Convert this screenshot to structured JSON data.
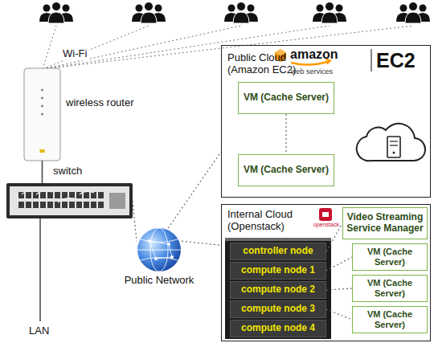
{
  "diagram": {
    "nodes": [
      {
        "text": [
          "wireless router"
        ]
      },
      {
        "text": [
          "switch"
        ]
      },
      {
        "text": [
          "Public Network"
        ]
      },
      {
        "text": [
          "Public Cloud (Amazon EC2)",
          "amazon",
          "web services",
          "EC2"
        ]
      },
      {
        "text": [
          "VM (Cache Server)"
        ],
        "in": 3
      },
      {
        "text": [
          "VM (Cache Server)"
        ],
        "in": 3
      },
      {
        "text": [
          "Internal Cloud (Openstack)",
          "openstack"
        ]
      },
      {
        "text": [
          "controller node"
        ],
        "in": 6
      },
      {
        "text": [
          "compute node 1"
        ],
        "in": 6
      },
      {
        "text": [
          "compute node 2"
        ],
        "in": 6
      },
      {
        "text": [
          "compute node 3"
        ],
        "in": 6
      },
      {
        "text": [
          "compute node 4"
        ],
        "in": 6
      },
      {
        "text": [
          "Video Streaming Service Manager"
        ],
        "in": 6
      },
      {
        "text": [
          "VM (Cache Server)"
        ],
        "in": 6
      },
      {
        "text": [
          "VM (Cache Server)"
        ],
        "in": 6
      },
      {
        "text": [
          "VM (Cache Server)"
        ],
        "in": 6
      }
    ],
    "edges": [
      {
        "from": 0,
        "to": 1,
        "arrow": "none"
      },
      {
        "from": 1,
        "to": 2,
        "arrow": "none"
      },
      {
        "from": 2,
        "to": 3,
        "arrow": "none"
      },
      {
        "from": 2,
        "to": 6,
        "arrow": "none"
      },
      {
        "from": 4,
        "to": 5,
        "arrow": "none"
      },
      {
        "from": 7,
        "to": 12,
        "arrow": "none"
      },
      {
        "from": 8,
        "to": 13,
        "arrow": "none"
      },
      {
        "from": 9,
        "to": 14,
        "arrow": "none"
      },
      {
        "from": 10,
        "to": 15,
        "arrow": "none"
      }
    ],
    "labels": [
      "Wi-Fi",
      "LAN"
    ]
  }
}
